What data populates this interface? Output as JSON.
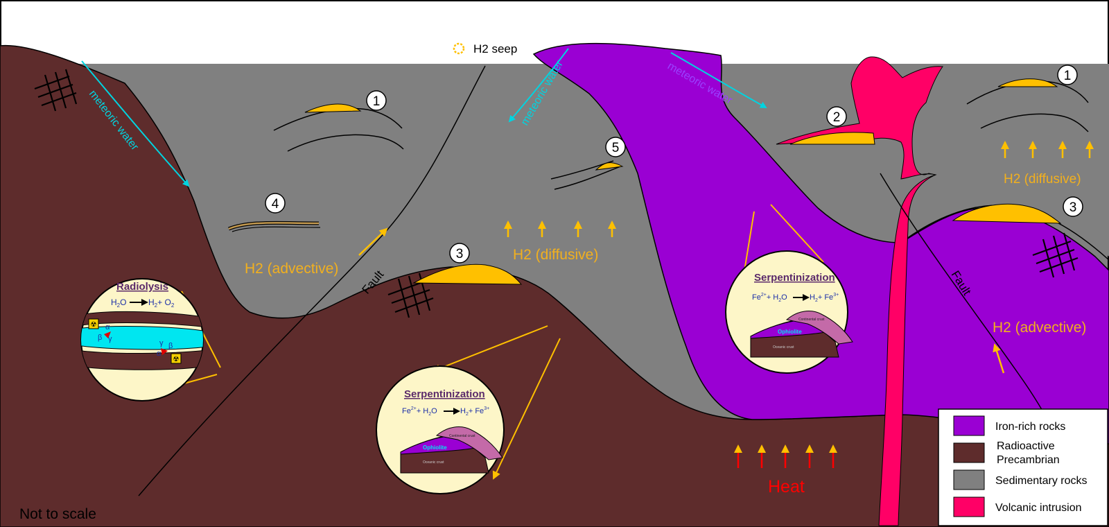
{
  "labels": {
    "h2_seep": "H2 seep",
    "meteoric_water_left": "meteoric water",
    "meteoric_water_mid": "meteoric water",
    "meteoric_water_right": "meteoric water",
    "h2_advective_left": "H2 (advective)",
    "h2_advective_right": "H2 (advective)",
    "h2_diffusive_mid": "H2 (diffusive)",
    "h2_diffusive_right": "H2 (diffusive)",
    "fault_left": "Fault",
    "fault_right": "Fault",
    "heat": "Heat",
    "not_to_scale": "Not to scale"
  },
  "markers": [
    "1",
    "4",
    "3",
    "5",
    "2",
    "1",
    "3"
  ],
  "insets": {
    "radiolysis": {
      "title": "Radiolysis",
      "eq_left": "H",
      "eq_sub_left": "2",
      "eq_mid": "O",
      "eq_right": "H",
      "eq_sub_right": "2",
      "eq_tail": "+ O",
      "eq_sub_tail": "2",
      "alpha": "α",
      "beta": "β",
      "gamma": "γ"
    },
    "serp_bottom": {
      "title": "Serpentinization",
      "eq_fe": "Fe",
      "eq_sup_fe": "2+",
      "eq_h2o": "+ H",
      "eq_sub_h2o": "2",
      "eq_o": "O",
      "eq_h": "H",
      "eq_sub_h": "2",
      "eq_fe3": "+ Fe",
      "eq_sup_fe3": "3+",
      "ophiolite": "Ophiolite",
      "top_layer": "Continental crust",
      "base_layer": "Oceanic crust"
    },
    "serp_right": {
      "title": "Serpentinization",
      "eq_fe": "Fe",
      "eq_sup_fe": "2+",
      "eq_h2o": "+ H",
      "eq_sub_h2o": "2",
      "eq_o": "O",
      "eq_h": "H",
      "eq_sub_h": "2",
      "eq_fe3": "+ Fe",
      "eq_sup_fe3": "3+",
      "ophiolite": "Ophiolite",
      "top_layer": "Continental crust",
      "base_layer": "Oceanic crust"
    }
  },
  "legend": [
    {
      "label": "Iron-rich rocks",
      "color": "#9a00d3"
    },
    {
      "label": "Radioactive",
      "label2": "Precambrian",
      "color": "#5e2c2c"
    },
    {
      "label": "Sedimentary rocks",
      "color": "#808080"
    },
    {
      "label": "Volcanic intrusion",
      "color": "#ff0066"
    }
  ],
  "colors": {
    "iron_rich": "#9a00d3",
    "precambrian": "#5e2c2c",
    "sedimentary": "#808080",
    "volcanic": "#ff0066",
    "reservoir": "#ffc000",
    "meteoric": "#00d4e0",
    "h2_text": "#f2b01e",
    "heat": "#ff0000"
  }
}
